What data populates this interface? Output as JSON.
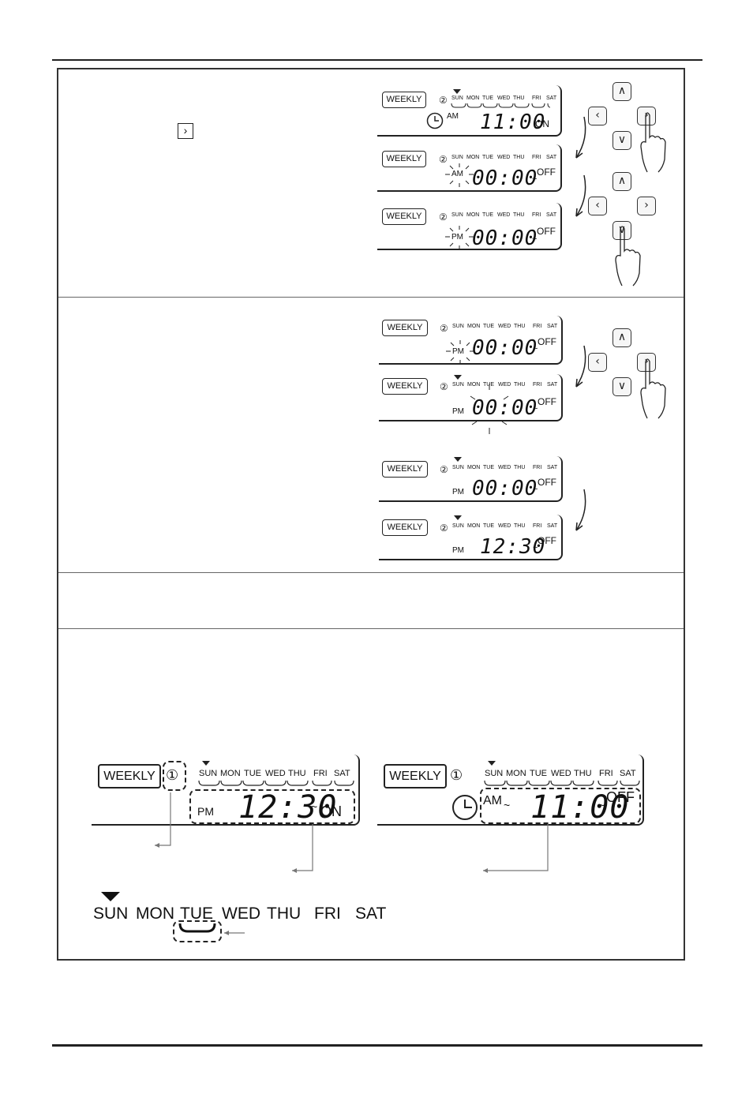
{
  "weekly_label": "WEEKLY",
  "days": [
    "SUN",
    "MON",
    "TUE",
    "WED",
    "THU",
    "FRI",
    "SAT"
  ],
  "prog2": "②",
  "prog1": "①",
  "am": "AM",
  "pm": "PM",
  "on": "ON",
  "off": "OFF",
  "tilde": "~",
  "arrow_right_glyph": "›",
  "step1": {
    "lcd1": {
      "time": "11:00",
      "ampm": "AM",
      "state": "ON"
    },
    "lcd2": {
      "time": "00:00",
      "ampm": "AM",
      "state": "OFF"
    },
    "lcd3": {
      "time": "00:00",
      "ampm": "PM",
      "state": "OFF"
    }
  },
  "step2": {
    "lcd1": {
      "time": "00:00",
      "ampm": "PM",
      "state": "OFF"
    },
    "lcd2": {
      "time": "00:00",
      "ampm": "PM",
      "state": "OFF"
    },
    "lcd3": {
      "time": "00:00",
      "ampm": "PM",
      "state": "OFF"
    },
    "lcd4": {
      "time": "12:30",
      "ampm": "PM",
      "state": "OFF"
    }
  },
  "bottom": {
    "left_lcd": {
      "time": "12:30",
      "ampm": "PM",
      "state": "ON"
    },
    "right_lcd": {
      "time": "11:00",
      "ampm": "AM",
      "state": "OFF"
    }
  },
  "icons": [
    "arrow-up-icon",
    "arrow-down-icon",
    "arrow-left-icon",
    "arrow-right-icon",
    "pointing-hand-icon",
    "clock-icon",
    "curved-arrow-icon"
  ]
}
